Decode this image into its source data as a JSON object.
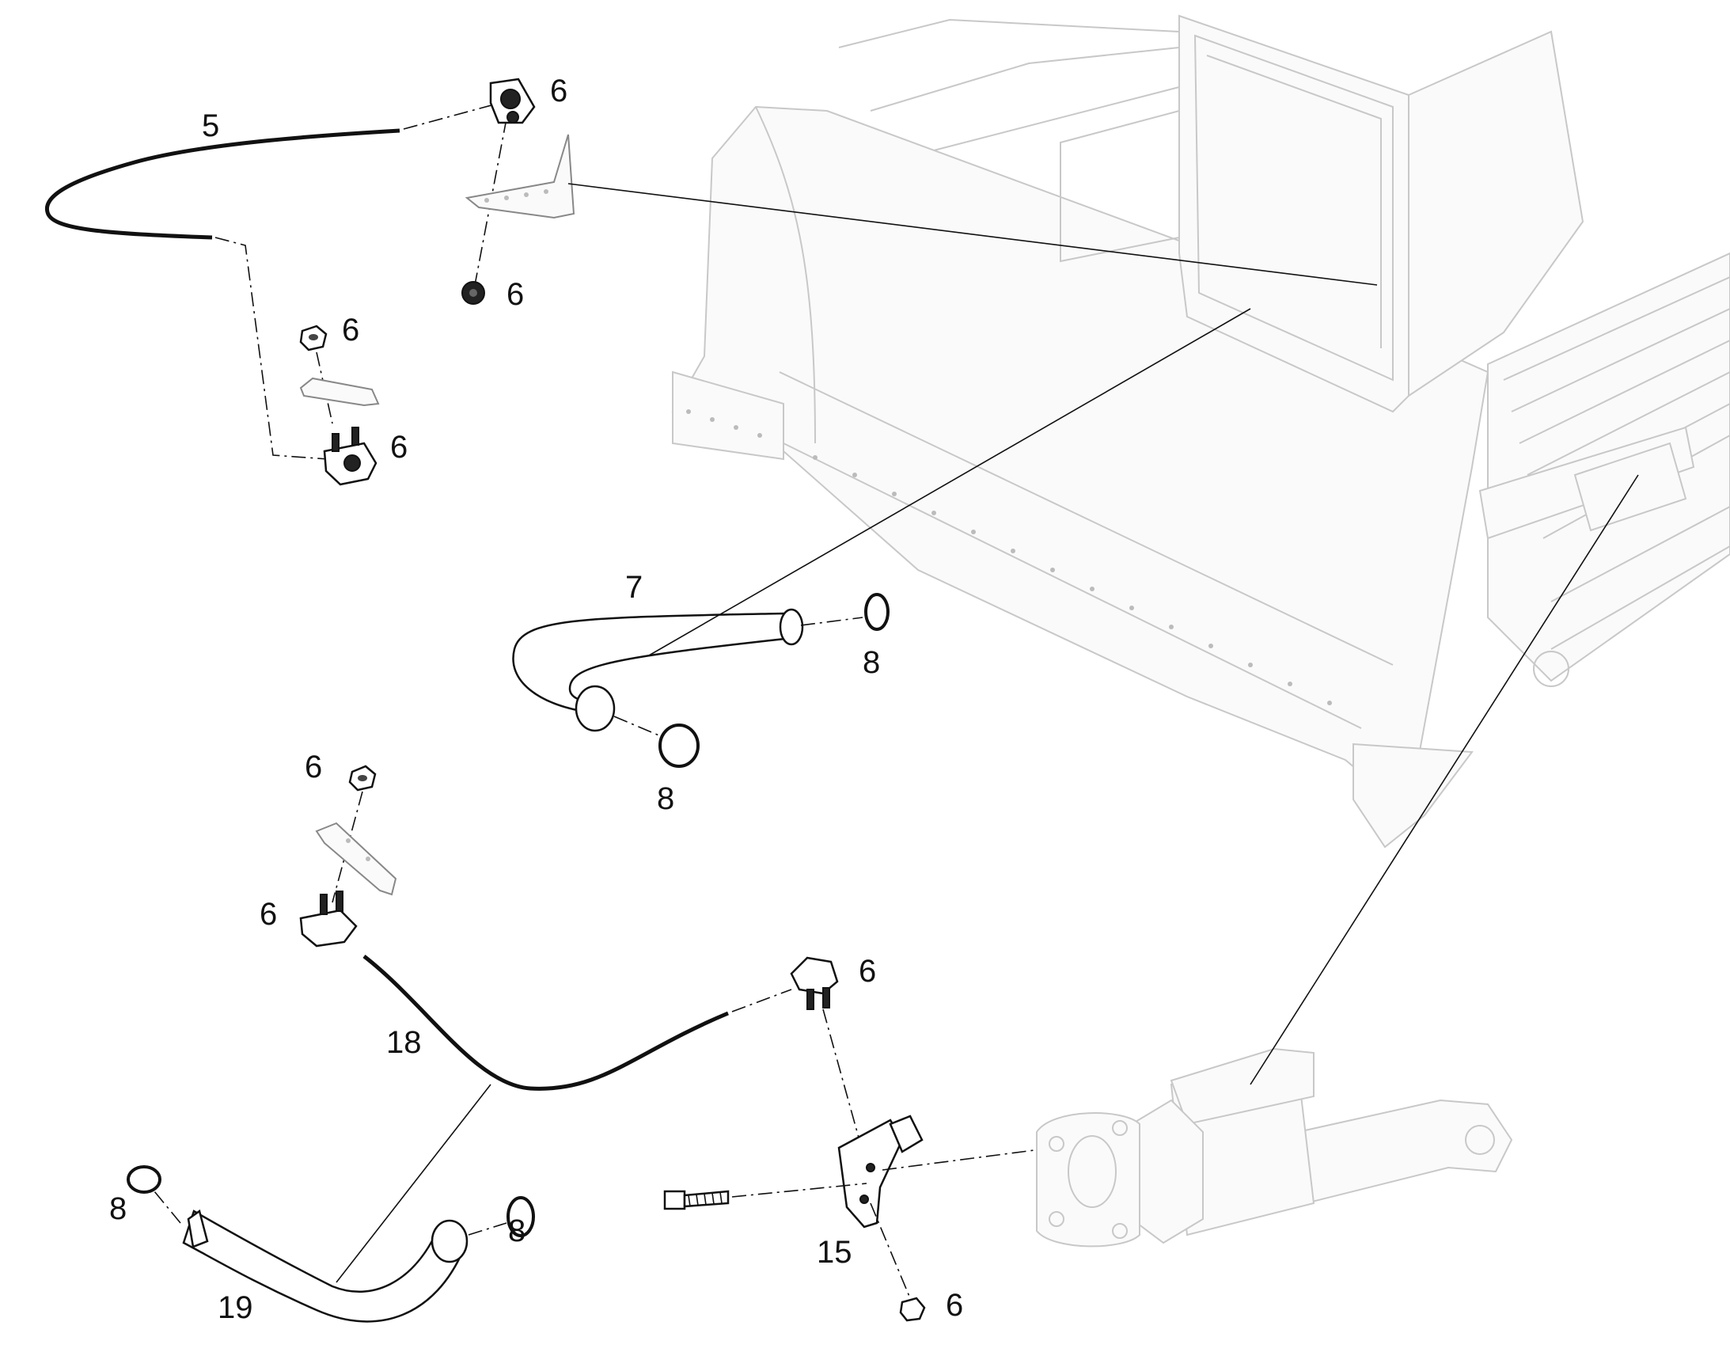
{
  "callouts": {
    "c5": "5",
    "c6_clamp_top": "6",
    "c6_nut_top": "6",
    "c6_nut_left": "6",
    "c6_clamp_left": "6",
    "c7": "7",
    "c8_ring_right": "8",
    "c8_ring_lower": "8",
    "c6_nut_mid": "6",
    "c6_clamp_mid": "6",
    "c6_clamp_right": "6",
    "c18": "18",
    "c8_ring_far_left": "8",
    "c8_ring_near": "8",
    "c15": "15",
    "c19": "19",
    "c6_nut_bottom": "6"
  }
}
